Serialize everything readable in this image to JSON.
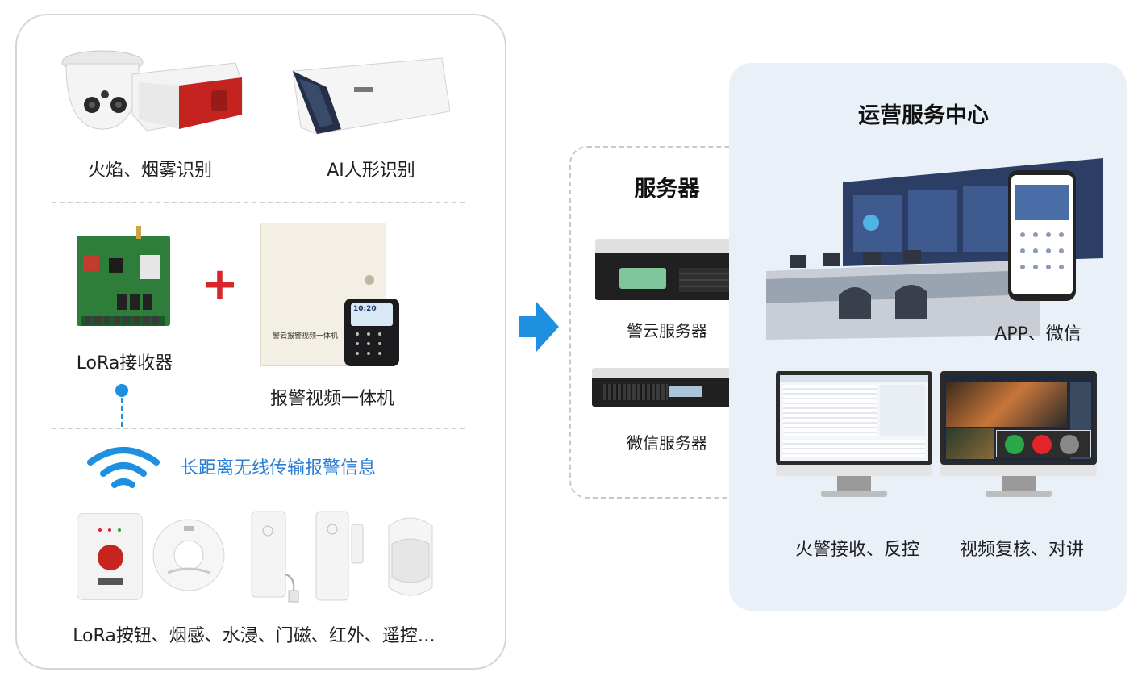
{
  "left": {
    "fire_label": "火焰、烟雾识别",
    "ai_label": "AI人形识别",
    "lora_receiver_label": "LoRa接收器",
    "alarm_unit_label": "报警视频一体机",
    "alarm_unit_panel_text": "警云报警视频一体机",
    "keypad_time": "10:20",
    "wireless_label": "长距离无线传输报警信息",
    "sensors_label": "LoRa按钮、烟感、水浸、门磁、红外、遥控…",
    "plus_symbol": "+"
  },
  "server": {
    "title": "服务器",
    "jingyun_label": "警云服务器",
    "wechat_label": "微信服务器"
  },
  "ops": {
    "title": "运营服务中心",
    "app_label": "APP、微信",
    "fire_monitor_label": "火警接收、反控",
    "video_monitor_label": "视频复核、对讲"
  },
  "colors": {
    "accent_blue": "#1f8fe0",
    "wireless_text": "#2a7fd4",
    "plus_red": "#d8262b",
    "ops_bg": "#e9f0f8",
    "call_green": "#2aa84a",
    "call_red": "#e2242b"
  }
}
